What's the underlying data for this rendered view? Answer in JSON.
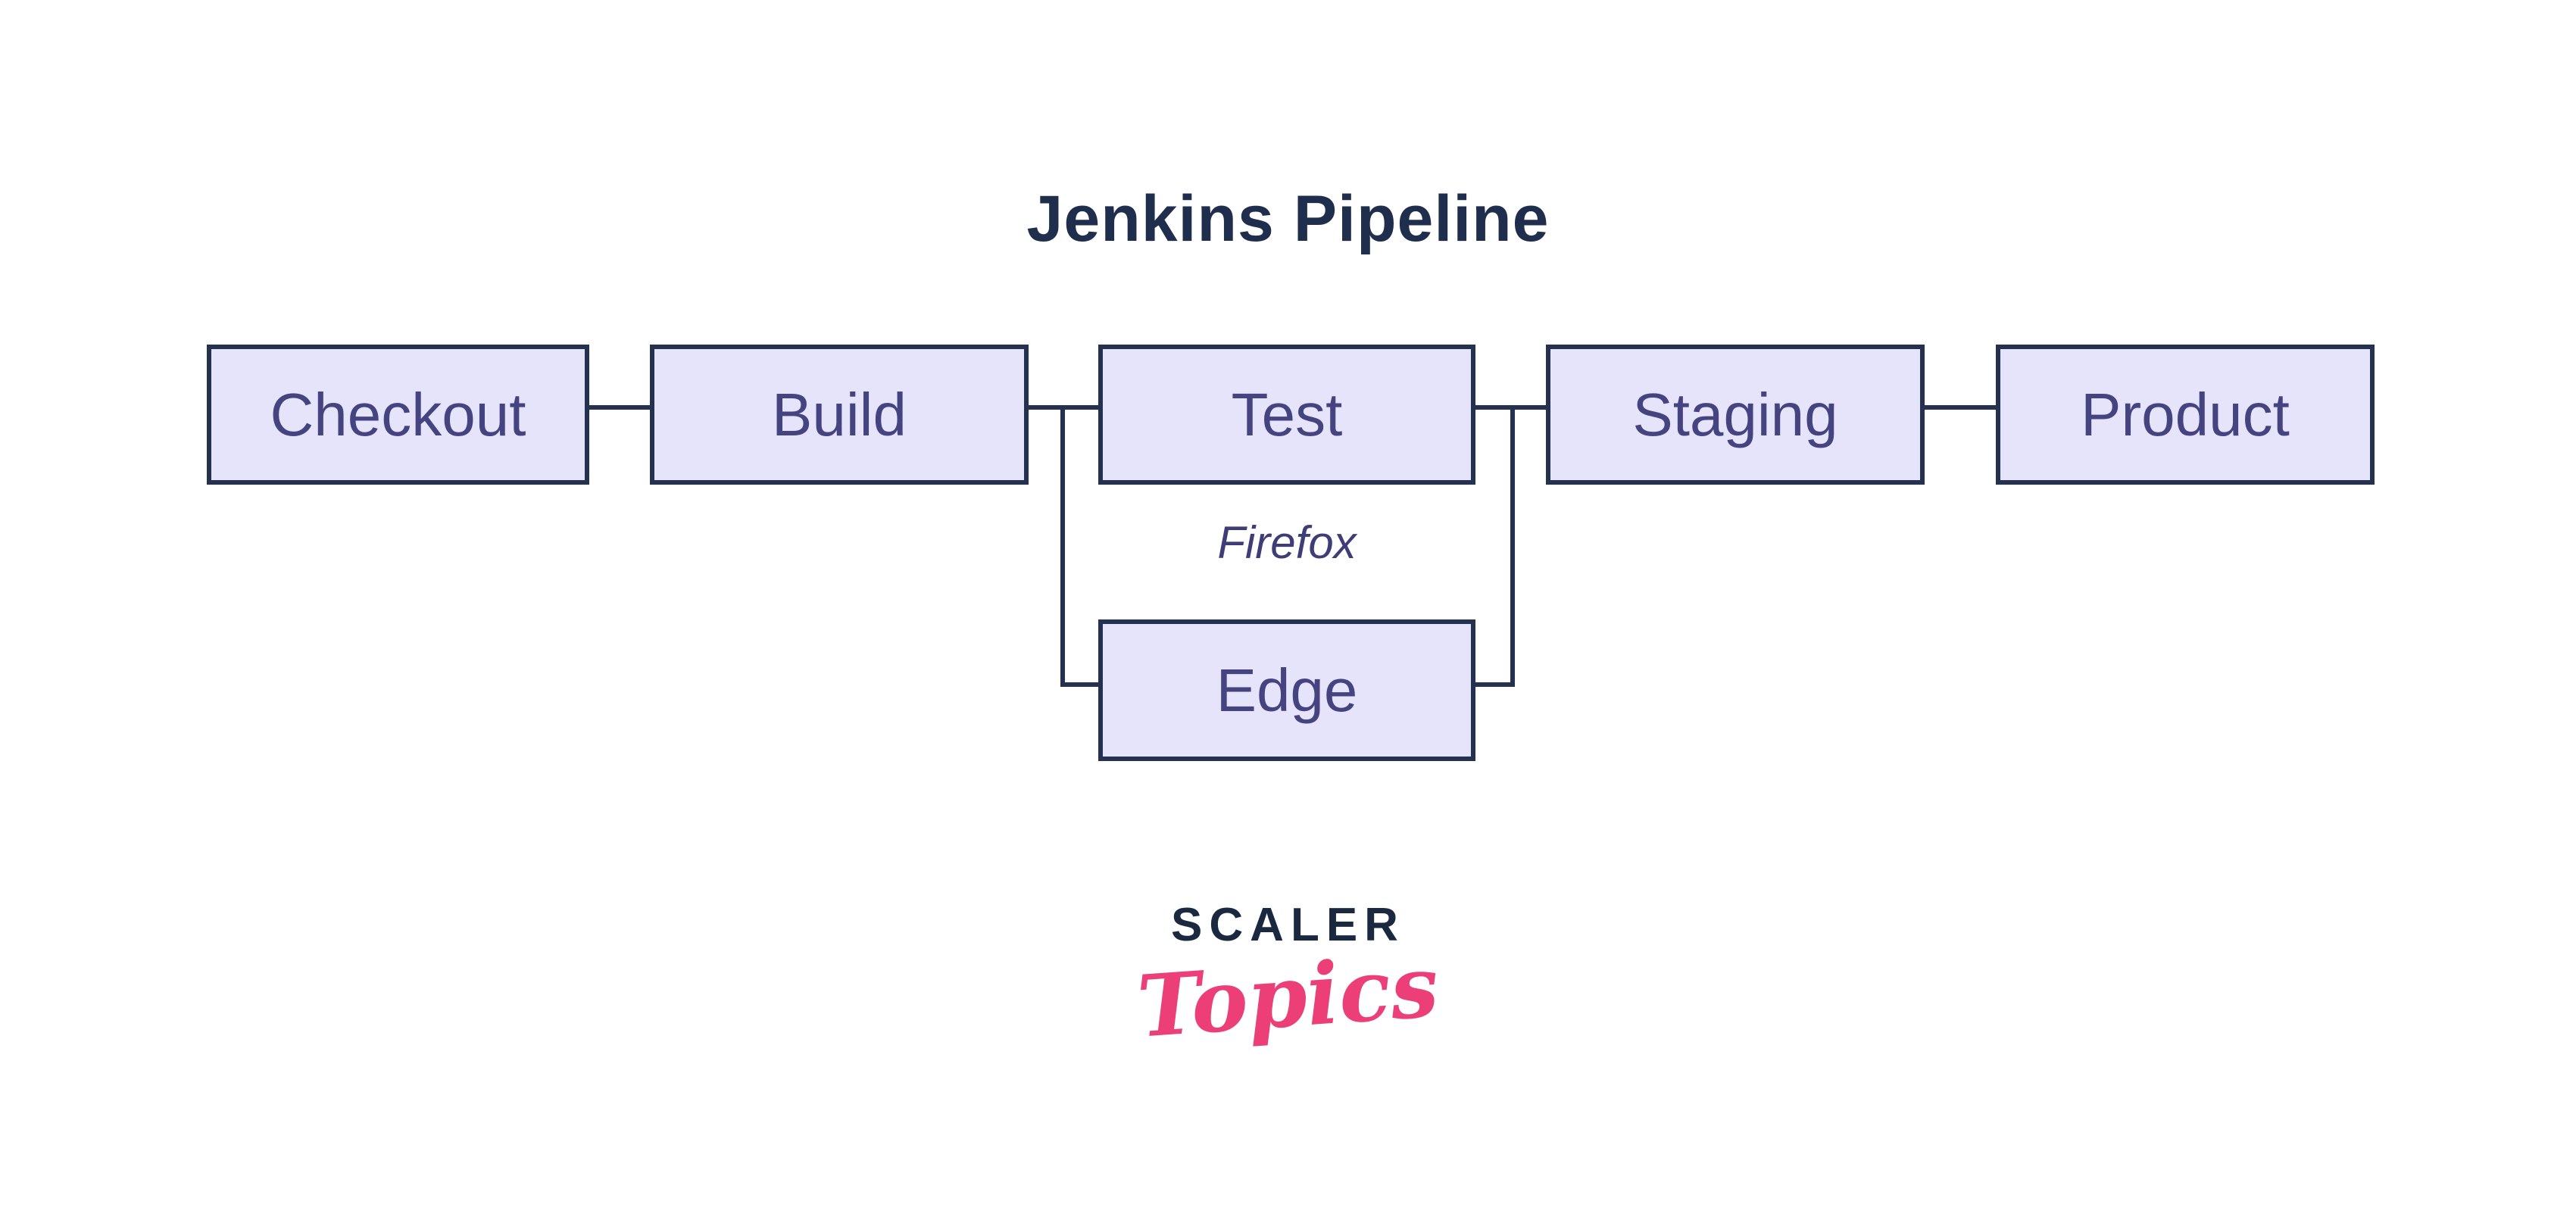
{
  "title": "Jenkins Pipeline",
  "diagram": {
    "stages": [
      {
        "label": "Checkout"
      },
      {
        "label": "Build"
      },
      {
        "label": "Test"
      },
      {
        "label": "Staging"
      },
      {
        "label": "Product"
      }
    ],
    "branch": {
      "annotation": "Firefox",
      "node_label": "Edge"
    },
    "connections": [
      "Checkout-Build",
      "Build-Test",
      "Test-Staging",
      "Staging-Product",
      "Build-Edge-branch",
      "Edge-Staging-merge"
    ]
  },
  "logo": {
    "brand": "SCALER",
    "sub": "Topics"
  },
  "colors": {
    "background": "#ffffff",
    "box_fill": "#e6e4fb",
    "box_border": "#24314f",
    "box_text": "#454380",
    "title_text": "#1f2e4c",
    "connector": "#24314f",
    "annotation_text": "#3f3d78",
    "logo_brand": "#1b2940",
    "logo_sub": "#ec3f77"
  }
}
